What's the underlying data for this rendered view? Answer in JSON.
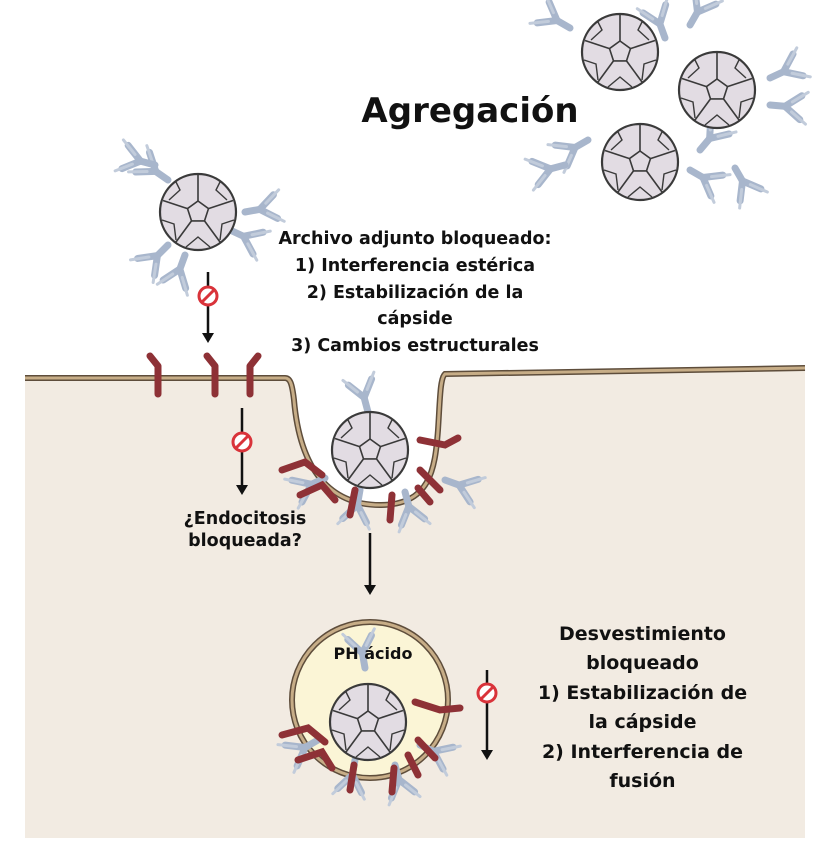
{
  "labels": {
    "title": "Agregación",
    "attachment_blocked": [
      "Archivo adjunto bloqueado:",
      "1) Interferencia estérica",
      "2) Estabilización de la",
      "cápside",
      "3) Cambios estructurales"
    ],
    "endocytosis_blocked": [
      "¿Endocitosis",
      "bloqueada?"
    ],
    "acid_ph": "PH ácido",
    "uncoating_blocked": [
      "Desvestimiento",
      "bloqueado",
      "1) Estabilización de",
      "la cápside",
      "2) Interferencia de",
      "fusión"
    ]
  },
  "colors": {
    "cytoplasm": "#f2ebe2",
    "membrane": "#c7ad87",
    "membrane_outline": "#5e4d3b",
    "capsid": "#e2dce3",
    "capsid_outline": "#3a3a3a",
    "antibody": "#a8b6cc",
    "receptor": "#8e3136",
    "endosome_fill": "#fbf5d6",
    "block_symbol": "#d9333a",
    "text": "#111111"
  },
  "icons": [
    "virus-capsid-icon",
    "antibody-icon",
    "receptor-icon",
    "blocked-icon",
    "arrow-down-icon"
  ]
}
